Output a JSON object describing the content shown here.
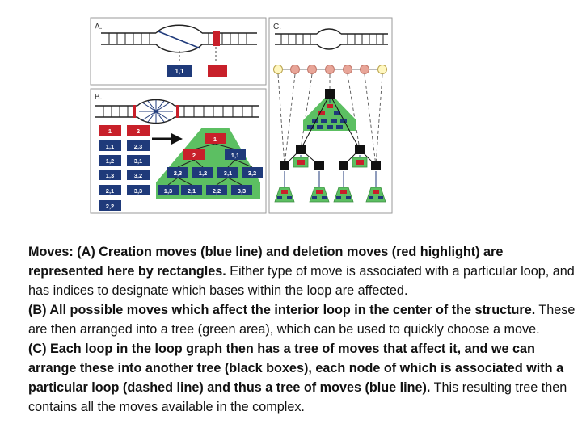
{
  "figure": {
    "colors": {
      "blue": "#1f3a7a",
      "red": "#c8202a",
      "green": "#5cbf62",
      "black": "#111111",
      "node_fill": "#e8a598",
      "node_stroke": "#c2776a",
      "yellow_fill": "#fff7bf",
      "yellow_stroke": "#b9a24a",
      "panel_border": "#9a9a9a"
    },
    "panel_a": {
      "label": "A.",
      "create_move_label": "1,1"
    },
    "panel_b": {
      "label": "B.",
      "list_col1": [
        "1",
        "1,1",
        "1,2",
        "1,3",
        "2,1",
        "2,2"
      ],
      "list_col2": [
        "2",
        "2,3",
        "3,1",
        "3,2",
        "3,3"
      ],
      "tree": {
        "level0": [
          "1"
        ],
        "level1": [
          "2",
          "1,1"
        ],
        "level2": [
          "2,3",
          "1,2",
          "3,1",
          "3,2"
        ],
        "level3": [
          "1,3",
          "2,1",
          "2,2",
          "3,3"
        ]
      }
    },
    "panel_c": {
      "label": "C."
    }
  },
  "caption": {
    "line1_bold": "Moves:  (A) Creation moves (blue line) and deletion moves (red highlight) are represented here by rectangles.",
    "line1_rest": " Either type of move is associated with a particular loop, and has indices to designate which bases within the loop are affected.",
    "line2_bold": "(B) All possible moves which affect the interior loop in the center of the structure.",
    "line2_rest": " These are then arranged into a tree (green area), which can be used to quickly choose a move.",
    "line3_bold": "(C) Each loop in the loop graph then has a tree of moves that affect it, and we can arrange these into another tree (black boxes), each node of which is associated with a particular loop (dashed line) and thus a tree of moves (blue line).",
    "line3_rest": " This resulting tree then contains all the moves available in the complex."
  }
}
